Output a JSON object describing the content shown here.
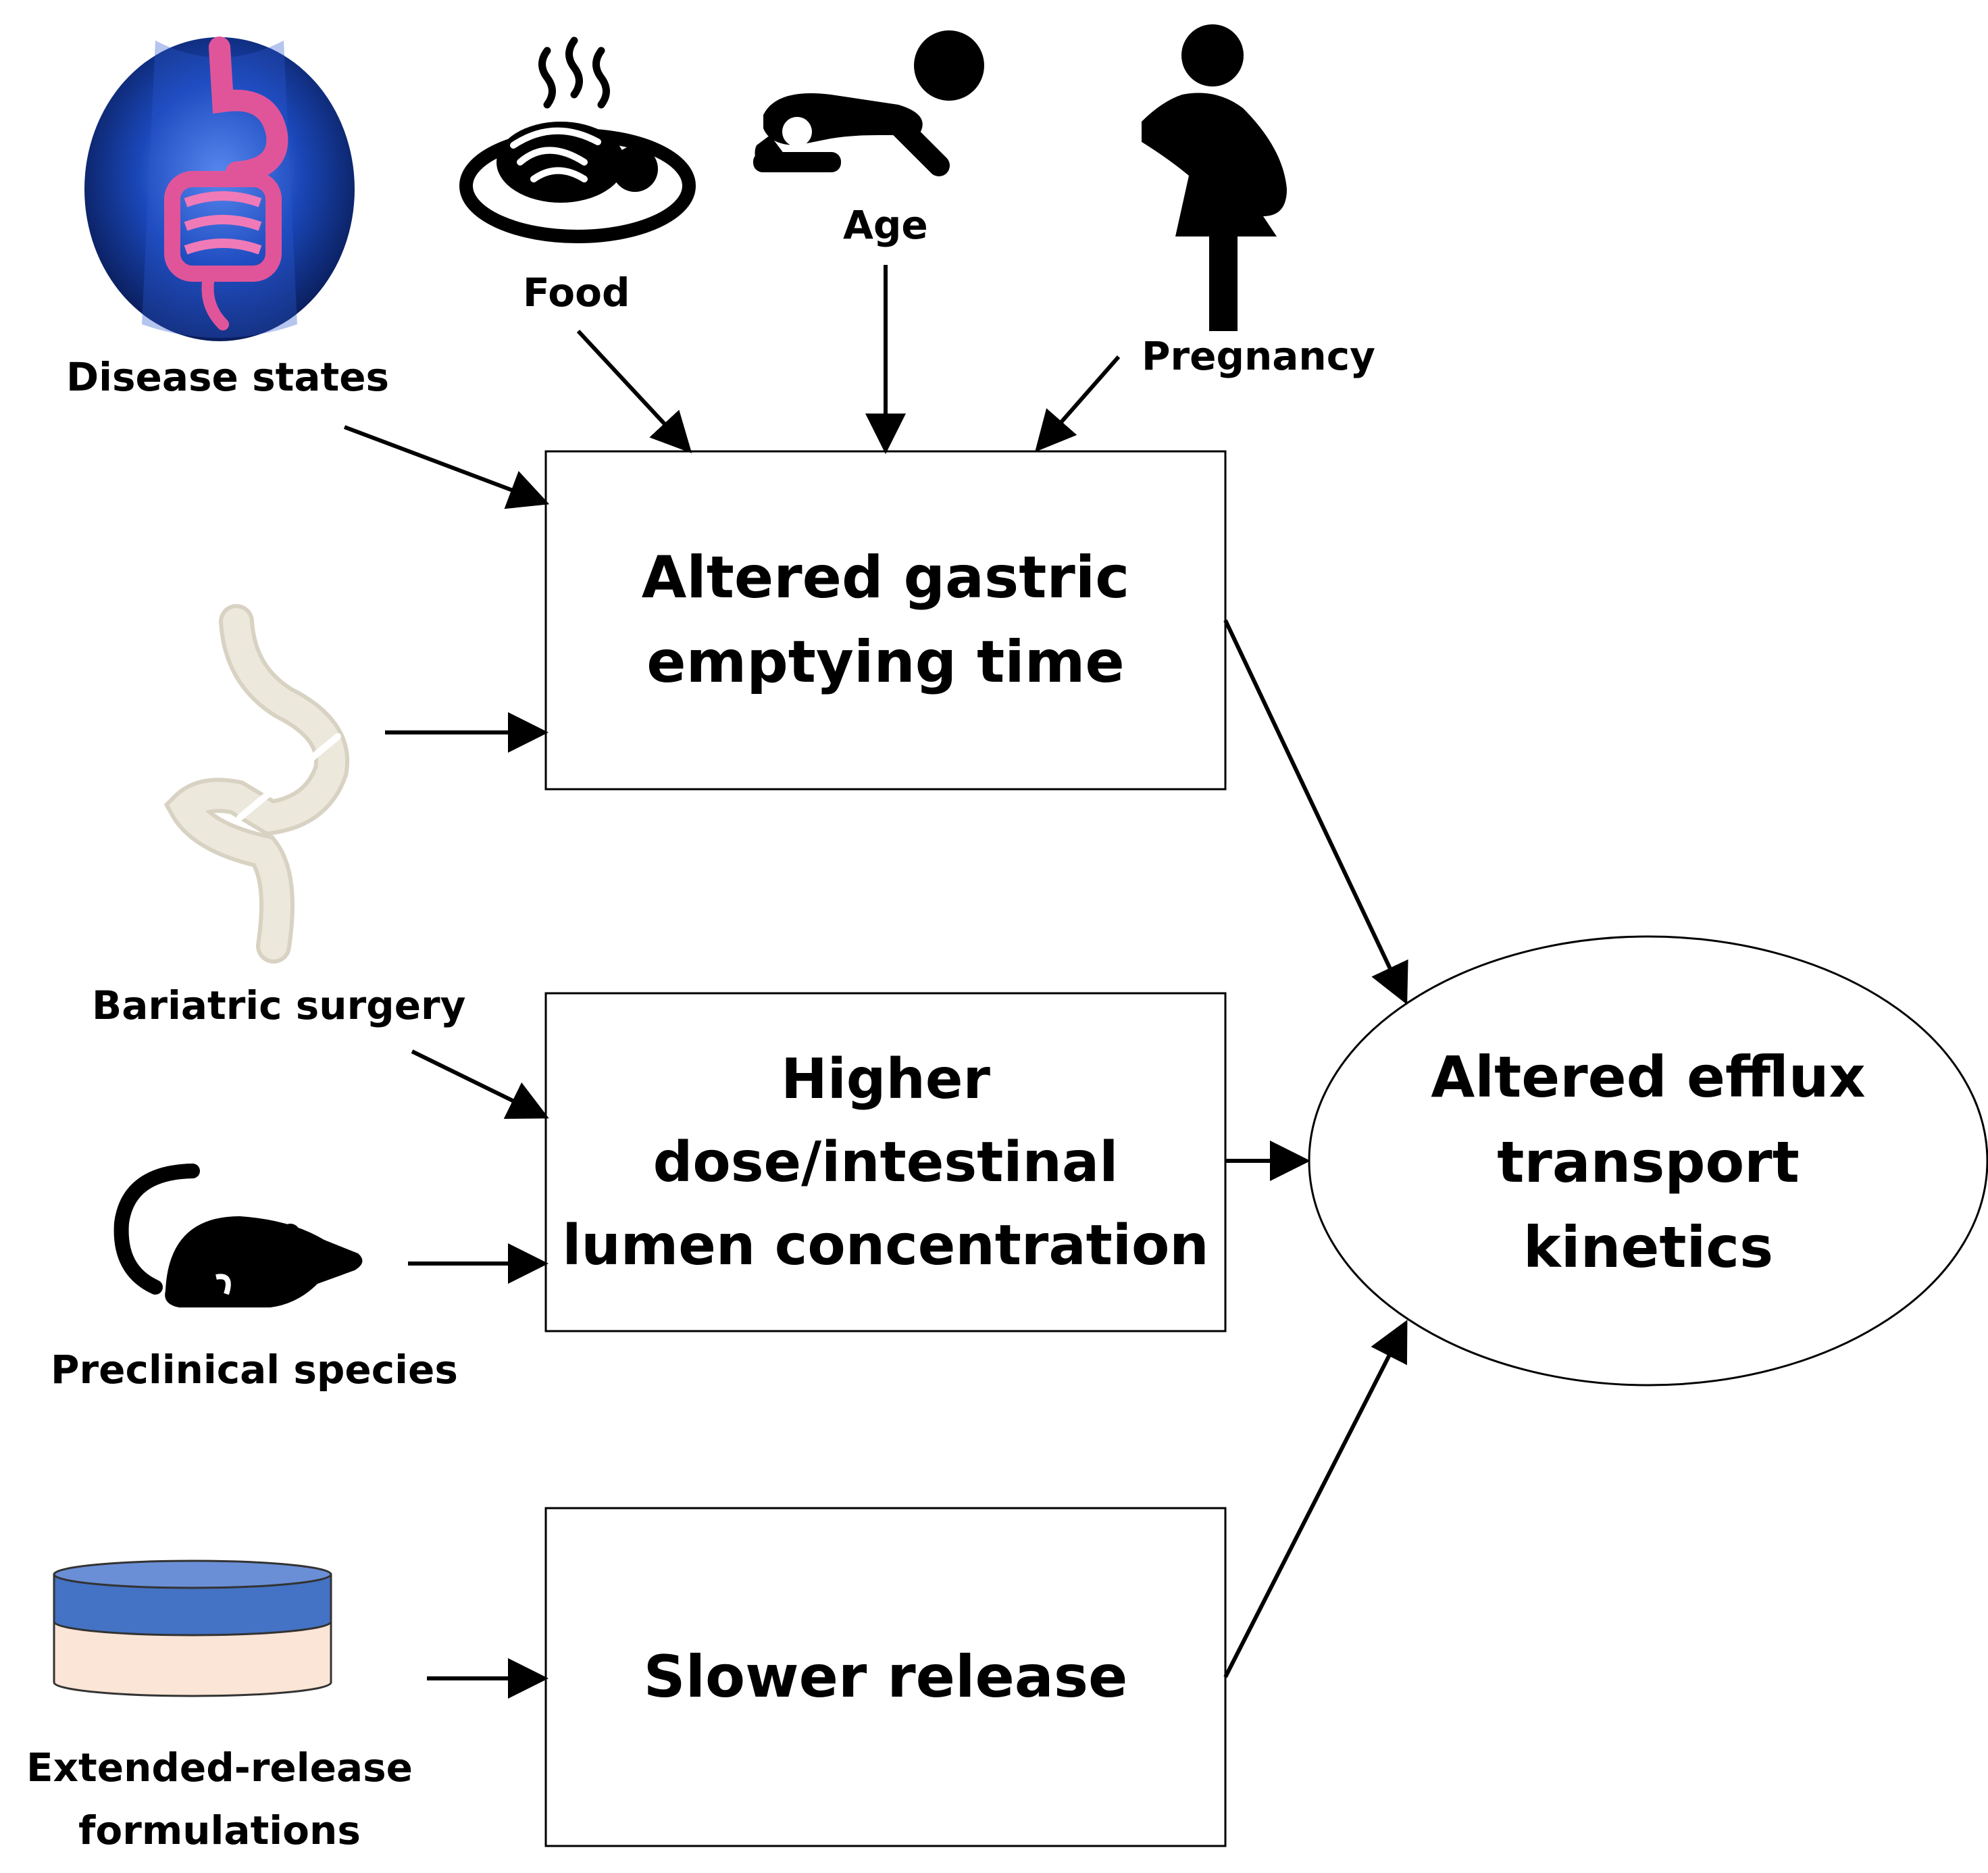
{
  "factors": {
    "disease_states": "Disease states",
    "food": "Food",
    "age": "Age",
    "pregnancy": "Pregnancy",
    "bariatric_surgery": "Bariatric surgery",
    "preclinical_species": "Preclinical species",
    "extended_release_line1": "Extended-release",
    "extended_release_line2": "formulations"
  },
  "boxes": {
    "gastric_line1": "Altered gastric",
    "gastric_line2": "emptying time",
    "dose_line1": "Higher",
    "dose_line2": "dose/intestinal",
    "dose_line3": "lumen concentration",
    "release_line1": "Slower release"
  },
  "outcome": {
    "line1": "Altered efflux",
    "line2": "transport",
    "line3": "kinetics"
  },
  "icons": [
    "intestine-body-icon",
    "food-plate-icon",
    "crawling-baby-icon",
    "pregnant-woman-icon",
    "stomach-surgery-icon",
    "mouse-icon",
    "tablet-layers-icon"
  ],
  "colors": {
    "intestine": "#e0559a",
    "body_glow": "#1a47b8",
    "stomach": "#ece8dc",
    "tablet_top": "#4472c4",
    "tablet_body": "#fbe5d6"
  }
}
